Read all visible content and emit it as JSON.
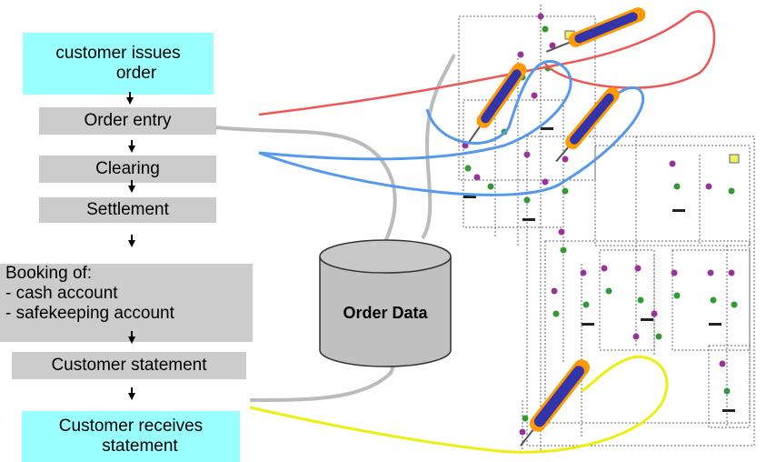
{
  "flow": {
    "step1_line1": "customer issues",
    "step1_line2": "order",
    "step2": "Order entry",
    "step3": "Clearing",
    "step4": "Settlement",
    "step5_line1": "Booking of:",
    "step5_line2": "- cash account",
    "step5_line3": "- safekeeping account",
    "step6": "Customer statement",
    "step7_line1": "Customer receives",
    "step7_line2": "statement"
  },
  "database": {
    "label": "Order Data"
  },
  "colors": {
    "start_end_box": "#99ffff",
    "step_box": "#cccccc",
    "probe_red": "#ee5555",
    "probe_blue": "#5599ee",
    "probe_yellow": "#eeee11",
    "data_link": "#bbbbbb",
    "probe_body": "#3333aa",
    "probe_tip": "#ff9900"
  },
  "icons": [
    "probe-thermometer-icon",
    "process-network-graphic",
    "database-cylinder-icon"
  ]
}
